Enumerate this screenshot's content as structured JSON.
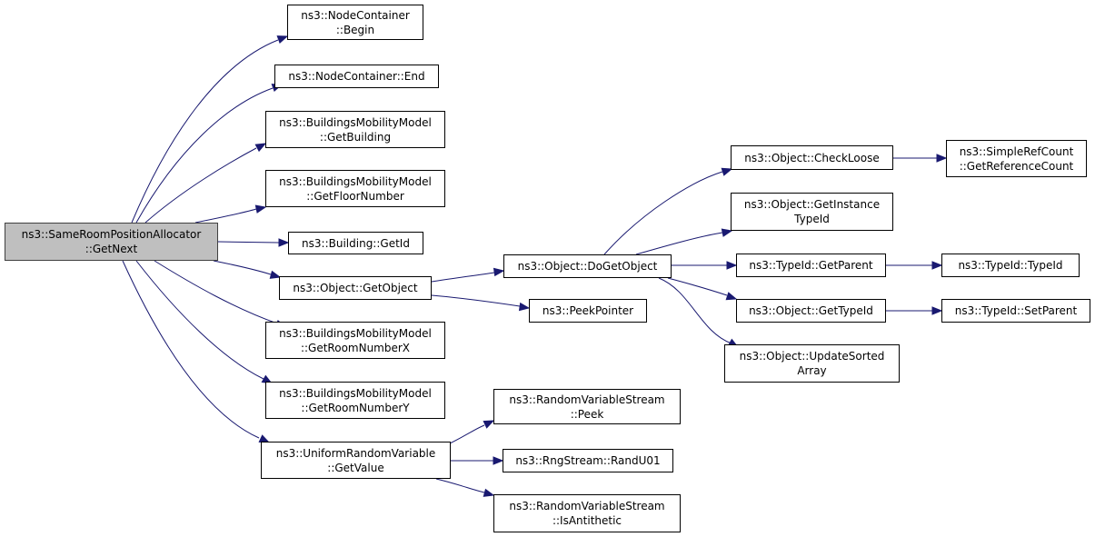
{
  "nodes": {
    "root": {
      "line1": "ns3::SameRoomPositionAllocator",
      "line2": "::GetNext"
    },
    "nc_begin": {
      "line1": "ns3::NodeContainer",
      "line2": "::Begin"
    },
    "nc_end": {
      "line1": "ns3::NodeContainer::End"
    },
    "bmm_getbuilding": {
      "line1": "ns3::BuildingsMobilityModel",
      "line2": "::GetBuilding"
    },
    "bmm_getfloor": {
      "line1": "ns3::BuildingsMobilityModel",
      "line2": "::GetFloorNumber"
    },
    "building_getid": {
      "line1": "ns3::Building::GetId"
    },
    "obj_getobject": {
      "line1": "ns3::Object::GetObject"
    },
    "bmm_roomx": {
      "line1": "ns3::BuildingsMobilityModel",
      "line2": "::GetRoomNumberX"
    },
    "bmm_roomy": {
      "line1": "ns3::BuildingsMobilityModel",
      "line2": "::GetRoomNumberY"
    },
    "urv_getvalue": {
      "line1": "ns3::UniformRandomVariable",
      "line2": "::GetValue"
    },
    "obj_dogetobject": {
      "line1": "ns3::Object::DoGetObject"
    },
    "peekpointer": {
      "line1": "ns3::PeekPointer"
    },
    "rvs_peek": {
      "line1": "ns3::RandomVariableStream",
      "line2": "::Peek"
    },
    "rng_randu01": {
      "line1": "ns3::RngStream::RandU01"
    },
    "rvs_isanti": {
      "line1": "ns3::RandomVariableStream",
      "line2": "::IsAntithetic"
    },
    "obj_checkloose": {
      "line1": "ns3::Object::CheckLoose"
    },
    "obj_getinstance": {
      "line1": "ns3::Object::GetInstance",
      "line2": "TypeId"
    },
    "typeid_getparent": {
      "line1": "ns3::TypeId::GetParent"
    },
    "obj_gettypeid": {
      "line1": "ns3::Object::GetTypeId"
    },
    "obj_updatesorted": {
      "line1": "ns3::Object::UpdateSorted",
      "line2": "Array"
    },
    "srefcount": {
      "line1": "ns3::SimpleRefCount",
      "line2": "::GetReferenceCount"
    },
    "typeid_typeid": {
      "line1": "ns3::TypeId::TypeId"
    },
    "typeid_setparent": {
      "line1": "ns3::TypeId::SetParent"
    }
  },
  "colors": {
    "edge": "#191970",
    "root_fill": "#bfbfbf",
    "node_border": "#000000"
  }
}
